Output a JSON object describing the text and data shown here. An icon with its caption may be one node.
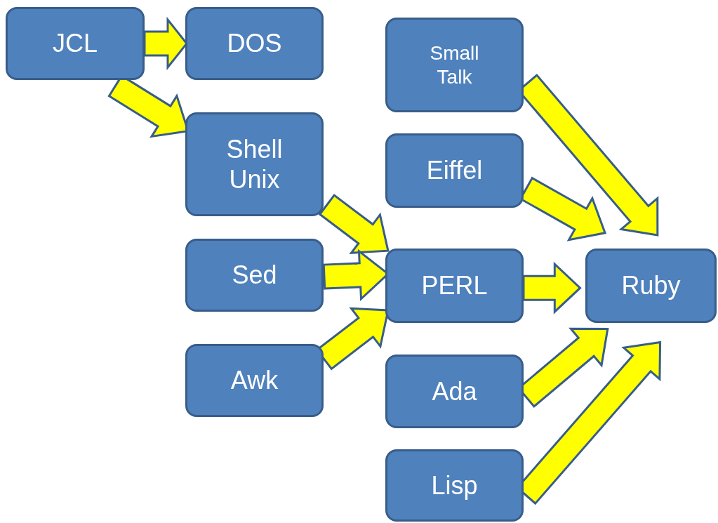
{
  "diagram": {
    "nodes": [
      {
        "text": [
          "JCL"
        ]
      },
      {
        "text": [
          "DOS"
        ]
      },
      {
        "text": [
          "Shell Unix"
        ]
      },
      {
        "text": [
          "Sed"
        ]
      },
      {
        "text": [
          "Awk"
        ]
      },
      {
        "text": [
          "Small Talk"
        ]
      },
      {
        "text": [
          "Eiffel"
        ]
      },
      {
        "text": [
          "PERL"
        ]
      },
      {
        "text": [
          "Ada"
        ]
      },
      {
        "text": [
          "Lisp"
        ]
      },
      {
        "text": [
          "Ruby"
        ]
      }
    ],
    "edges": [
      {
        "from": 0,
        "to": 1,
        "arrow": "to"
      },
      {
        "from": 0,
        "to": 2,
        "arrow": "to"
      },
      {
        "from": 2,
        "to": 7,
        "arrow": "to"
      },
      {
        "from": 3,
        "to": 7,
        "arrow": "to"
      },
      {
        "from": 4,
        "to": 7,
        "arrow": "to"
      },
      {
        "from": 5,
        "to": 10,
        "arrow": "to"
      },
      {
        "from": 6,
        "to": 10,
        "arrow": "to"
      },
      {
        "from": 7,
        "to": 10,
        "arrow": "to"
      },
      {
        "from": 8,
        "to": 10,
        "arrow": "to"
      },
      {
        "from": 9,
        "to": 10,
        "arrow": "to"
      }
    ]
  }
}
